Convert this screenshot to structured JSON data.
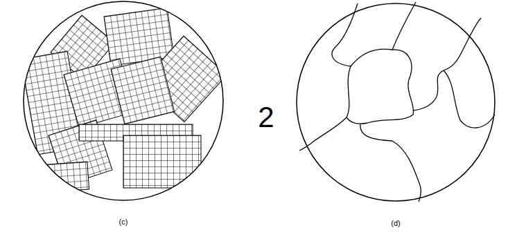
{
  "diagram": {
    "labels": [
      "(c)",
      "2",
      "(d)"
    ]
  }
}
